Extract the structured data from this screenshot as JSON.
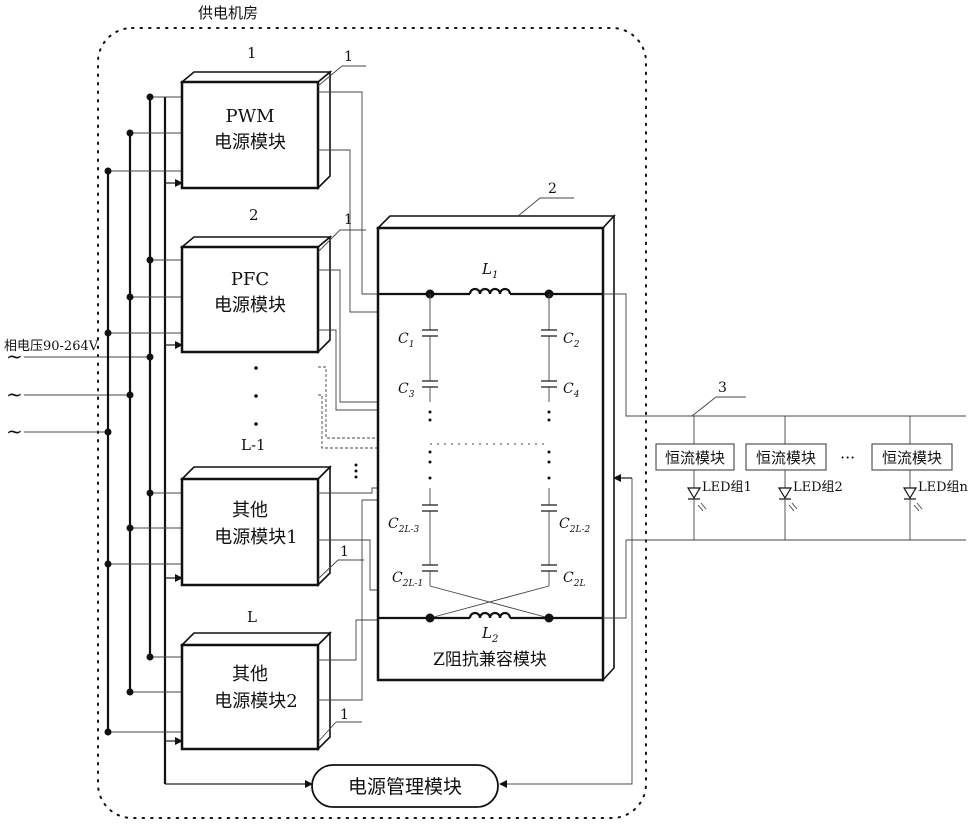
{
  "labels": {
    "room": "供电机房",
    "input_voltage": "相电压90-264V",
    "ac_symbol": "~",
    "ref1": "1",
    "ref2": "2",
    "ref3": "3"
  },
  "modules": [
    {
      "index_label": "1",
      "line1": "PWM",
      "line2": "电源模块"
    },
    {
      "index_label": "2",
      "line1": "PFC",
      "line2": "电源模块"
    },
    {
      "index_label": "L-1",
      "line1": "其他",
      "line2": "电源模块1"
    },
    {
      "index_label": "L",
      "line1": "其他",
      "line2": "电源模块2"
    }
  ],
  "ellipsis_v": "·",
  "ellipsis_h": "···",
  "z_module": {
    "label": "Z阻抗兼容模块",
    "L1": "L",
    "L1_sub": "1",
    "L2": "L",
    "L2_sub": "2",
    "C1": "C",
    "C1_sub": "1",
    "C2": "C",
    "C2_sub": "2",
    "C3": "C",
    "C3_sub": "3",
    "C4": "C",
    "C4_sub": "4",
    "C2L3": "C",
    "C2L3_sub": "2L-3",
    "C2L2": "C",
    "C2L2_sub": "2L-2",
    "C2L1": "C",
    "C2L1_sub": "2L-1",
    "C2L": "C",
    "C2L_sub": "2L"
  },
  "power_mgmt": "电源管理模块",
  "cc_modules": [
    "恒流模块",
    "恒流模块",
    "恒流模块"
  ],
  "led_groups": [
    "LED组1",
    "LED组2",
    "LED组n"
  ]
}
